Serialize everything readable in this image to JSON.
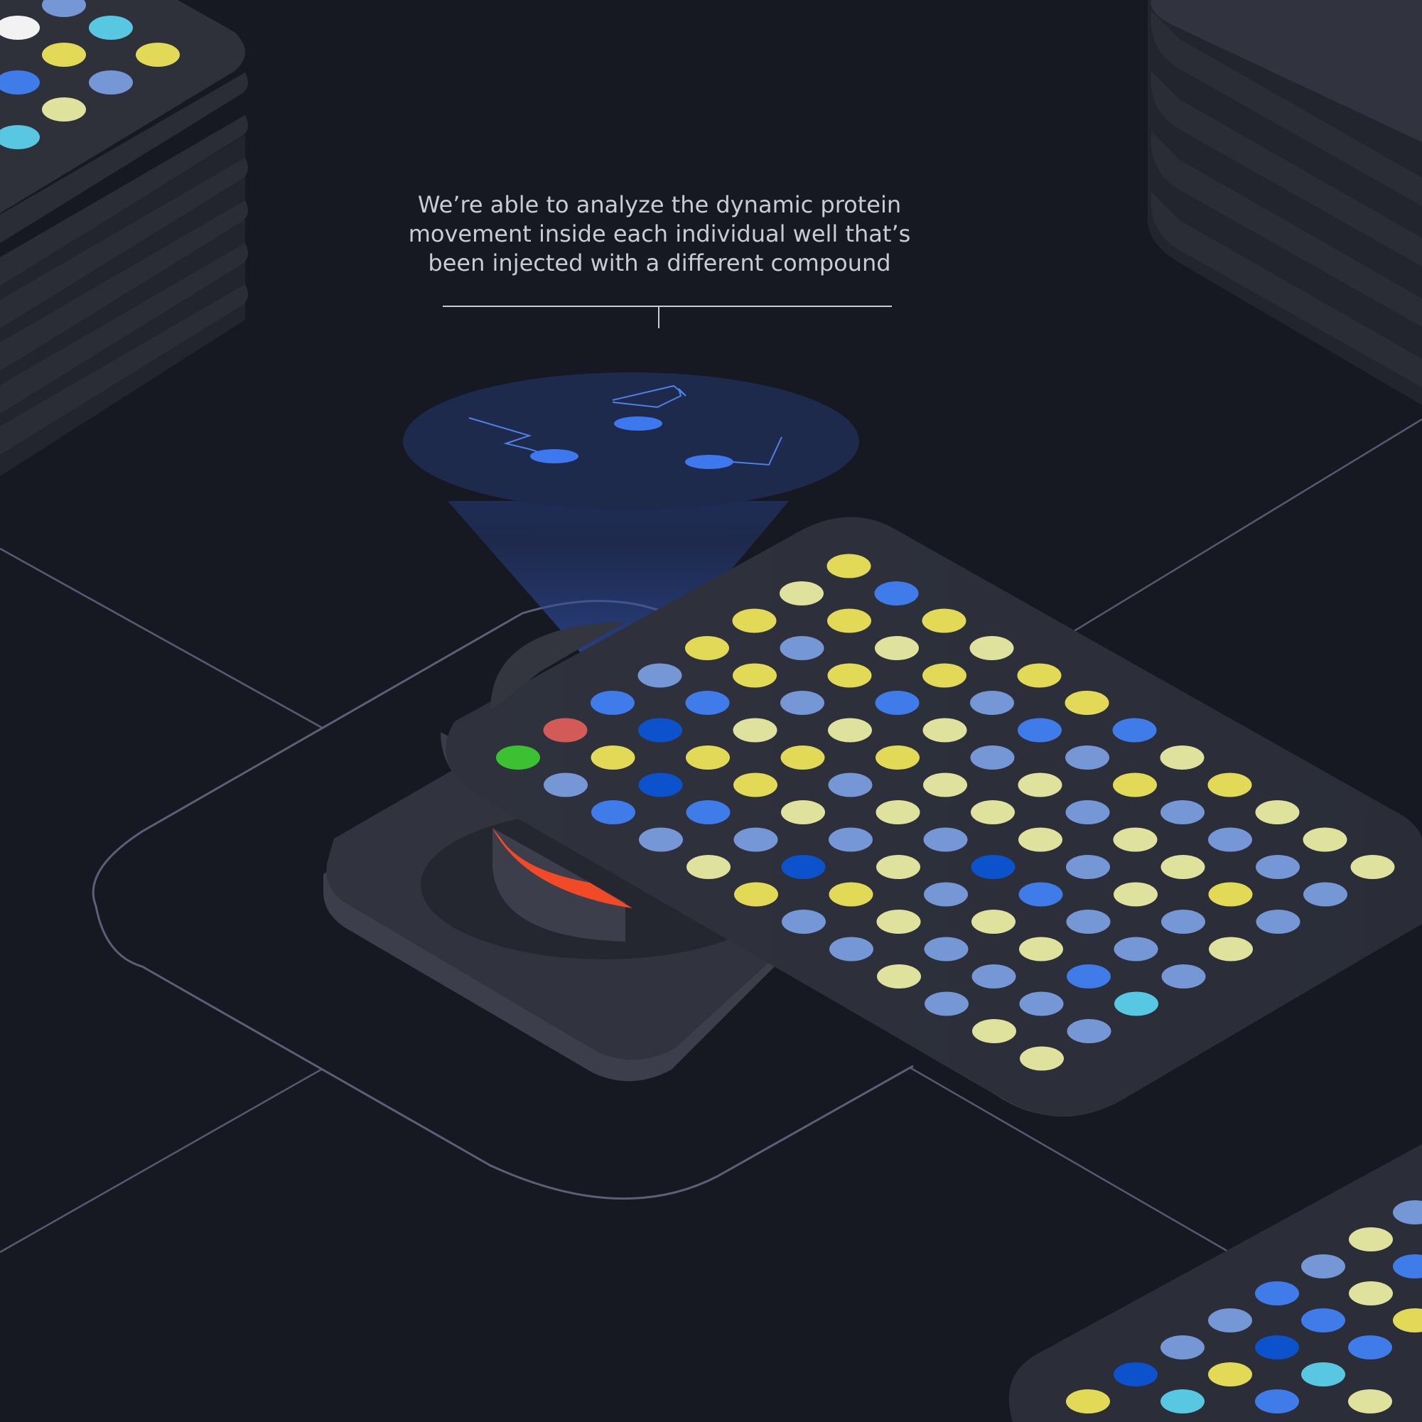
{
  "caption": {
    "line1": "We’re able to analyze the dynamic protein",
    "line2": "movement inside each individual well that’s",
    "line3": "been injected with a different compound"
  },
  "colors": {
    "background": "#161921",
    "plate_top": "#2c2f39",
    "plate_side": "#3a3d49",
    "floor_lines": "#555a70",
    "beam": "#3a63d6",
    "lens_disc": "#1e2a4b",
    "particle": "#3e78ee",
    "path_line": "#4f7fe8",
    "reader_accent": "#f24a27",
    "well_yellow": "#e2da56",
    "well_pale_yellow": "#dfe29c",
    "well_light_blue": "#7697d6",
    "well_blue": "#3f7be9",
    "well_dark_blue": "#0b52cc",
    "well_cyan": "#58c7e2",
    "well_red": "#d25a57",
    "well_green": "#3cc132",
    "well_white": "#f2f2f2"
  }
}
